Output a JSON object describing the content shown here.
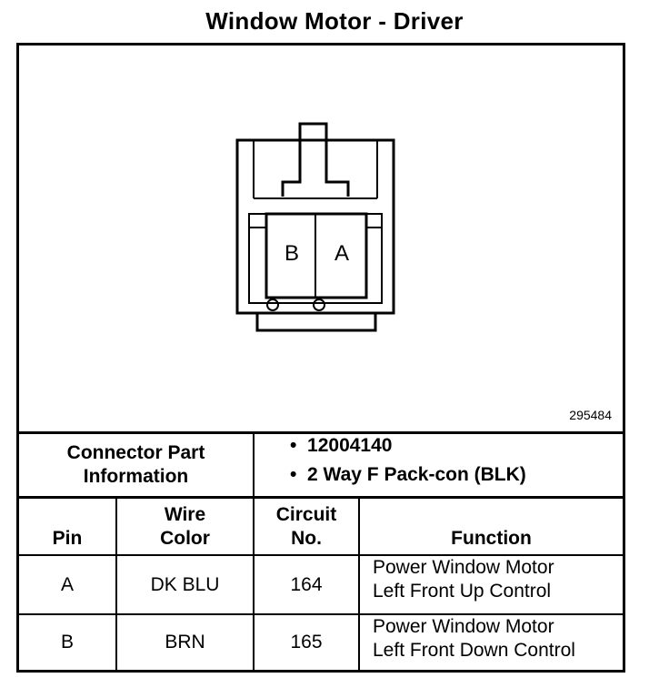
{
  "title": "Window Motor - Driver",
  "drawing_number": "295484",
  "connector_pins": [
    "B",
    "A"
  ],
  "connector_info": {
    "label_line1": "Connector Part",
    "label_line2": "Information",
    "bullet_symbol": "•",
    "part_number": "12004140",
    "description": "2 Way F Pack-con (BLK)"
  },
  "table": {
    "headers": {
      "pin": "Pin",
      "wire_color_line1": "Wire",
      "wire_color_line2": "Color",
      "circuit_line1": "Circuit",
      "circuit_line2": "No.",
      "function": "Function"
    },
    "rows": [
      {
        "pin": "A",
        "wire_color": "DK BLU",
        "circuit": "164",
        "function_line1": "Power Window Motor",
        "function_line2": "Left Front Up Control"
      },
      {
        "pin": "B",
        "wire_color": "BRN",
        "circuit": "165",
        "function_line1": "Power Window Motor",
        "function_line2": "Left Front Down Control"
      }
    ]
  }
}
